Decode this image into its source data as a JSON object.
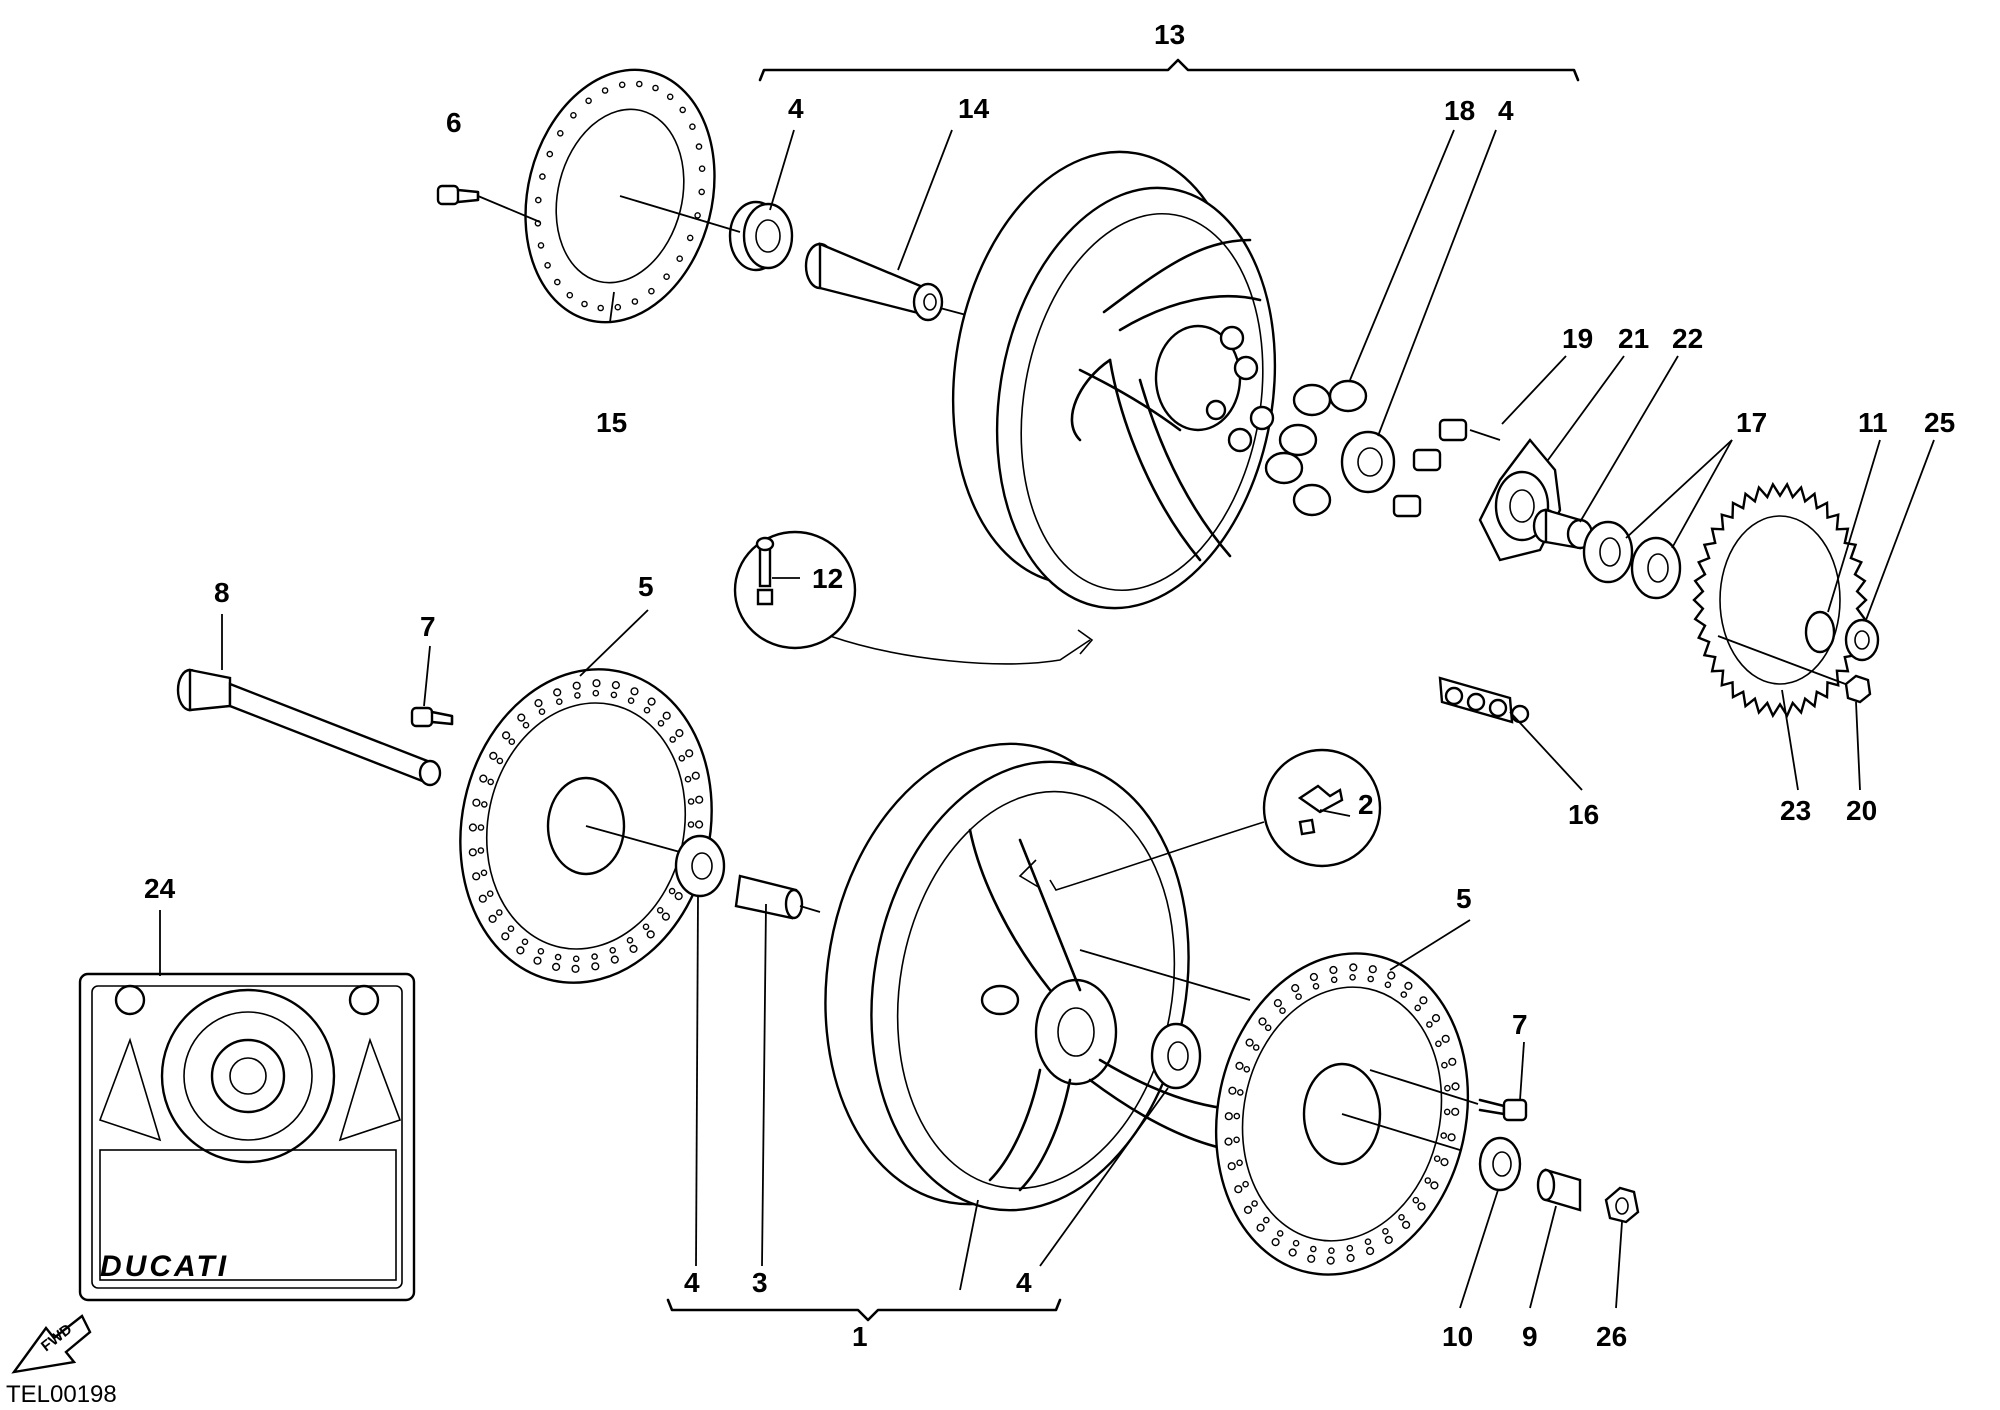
{
  "diagram": {
    "callouts": {
      "c1": "1",
      "c2": "2",
      "c3": "3",
      "c4a": "4",
      "c4b": "4",
      "c4c": "4",
      "c4d": "4",
      "c5a": "5",
      "c5b": "5",
      "c6": "6",
      "c7a": "7",
      "c7b": "7",
      "c8": "8",
      "c9": "9",
      "c10": "10",
      "c11": "11",
      "c12": "12",
      "c13": "13",
      "c14": "14",
      "c15": "15",
      "c16": "16",
      "c17": "17",
      "c18": "18",
      "c19": "19",
      "c20": "20",
      "c21": "21",
      "c22": "22",
      "c23": "23",
      "c24": "24",
      "c25": "25",
      "c26": "26"
    },
    "drawing_code": "TEL00198",
    "brand_label": "DUCATI",
    "direction_label": "FWD"
  }
}
